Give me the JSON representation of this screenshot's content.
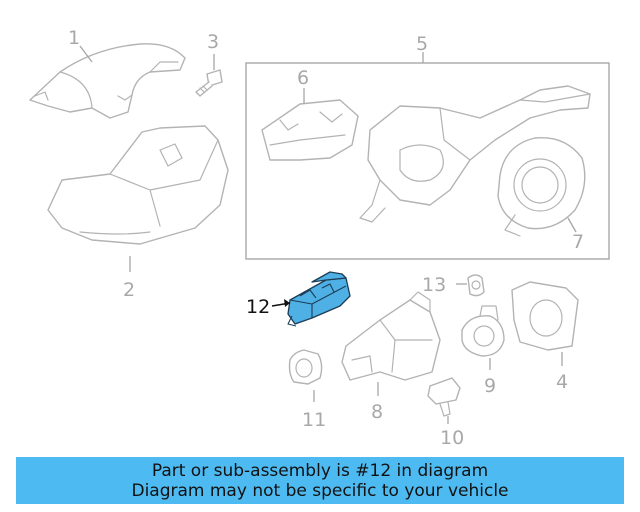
{
  "callouts": {
    "c1": "1",
    "c2": "2",
    "c3": "3",
    "c4": "4",
    "c5": "5",
    "c6": "6",
    "c7": "7",
    "c8": "8",
    "c9": "9",
    "c10": "10",
    "c11": "11",
    "c12": "12",
    "c13": "13"
  },
  "highlighted_part": "12",
  "colors": {
    "highlight": "#4fb0e6",
    "banner": "#4dbbf2",
    "part_line": "#b3b3b3"
  },
  "banner": {
    "line1": "Part or sub-assembly is #12 in diagram",
    "line2": "Diagram may not be specific to your vehicle"
  }
}
